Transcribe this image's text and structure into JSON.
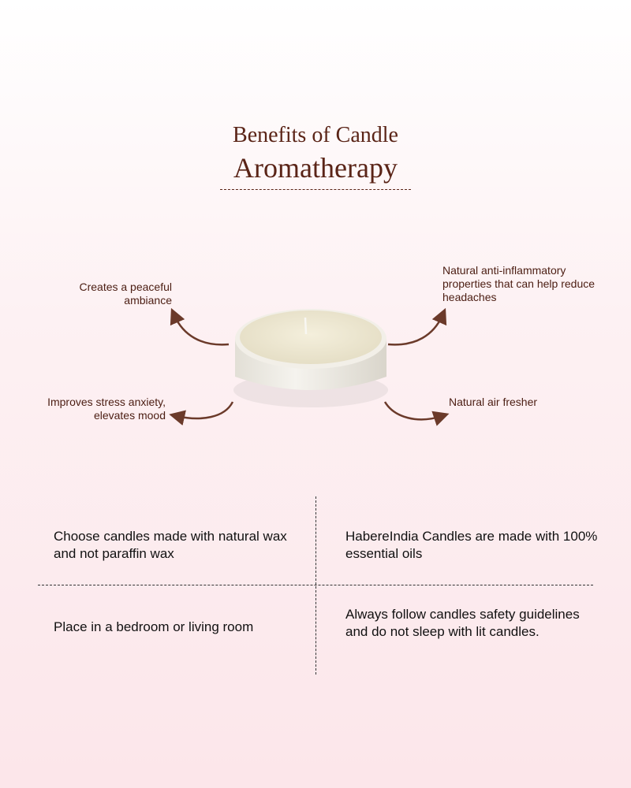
{
  "title": {
    "line1": "Benefits of Candle",
    "line2": "Aromatherapy"
  },
  "benefits": {
    "top_left": "Creates a peaceful ambiance",
    "top_right": "Natural anti-inflammatory properties that can help reduce headaches",
    "bottom_left": "Improves stress anxiety, elevates mood",
    "bottom_right": "Natural air fresher"
  },
  "tips": [
    "Choose candles made with natural wax and not paraffin wax",
    "HabereIndia Candles are made with 100% essential oils",
    "Place in a bedroom or living room",
    "Always follow candles safety guidelines and do not sleep with lit candles."
  ],
  "colors": {
    "title": "#5a2417",
    "arrow": "#6b3a2a",
    "body_text": "#111111",
    "candle_wax": "#efe9d4",
    "candle_cup": "#f1efe9"
  },
  "icons": [
    "curved-arrow-icon",
    "candle-icon"
  ]
}
